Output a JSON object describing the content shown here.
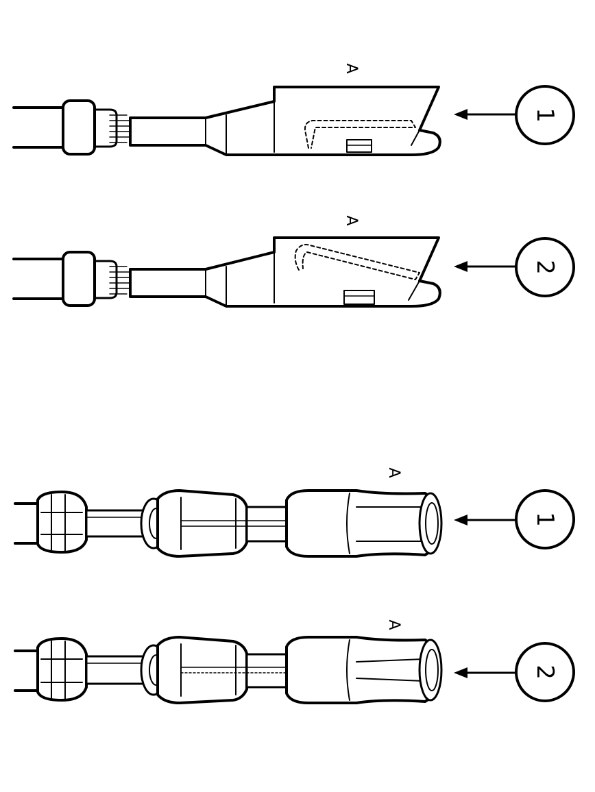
{
  "figures": [
    {
      "id": "flat-terminal-1",
      "callout": "1",
      "marker": "A"
    },
    {
      "id": "flat-terminal-2",
      "callout": "2",
      "marker": "A"
    },
    {
      "id": "round-terminal-1",
      "callout": "1",
      "marker": "A"
    },
    {
      "id": "round-terminal-2",
      "callout": "2",
      "marker": "A"
    }
  ]
}
